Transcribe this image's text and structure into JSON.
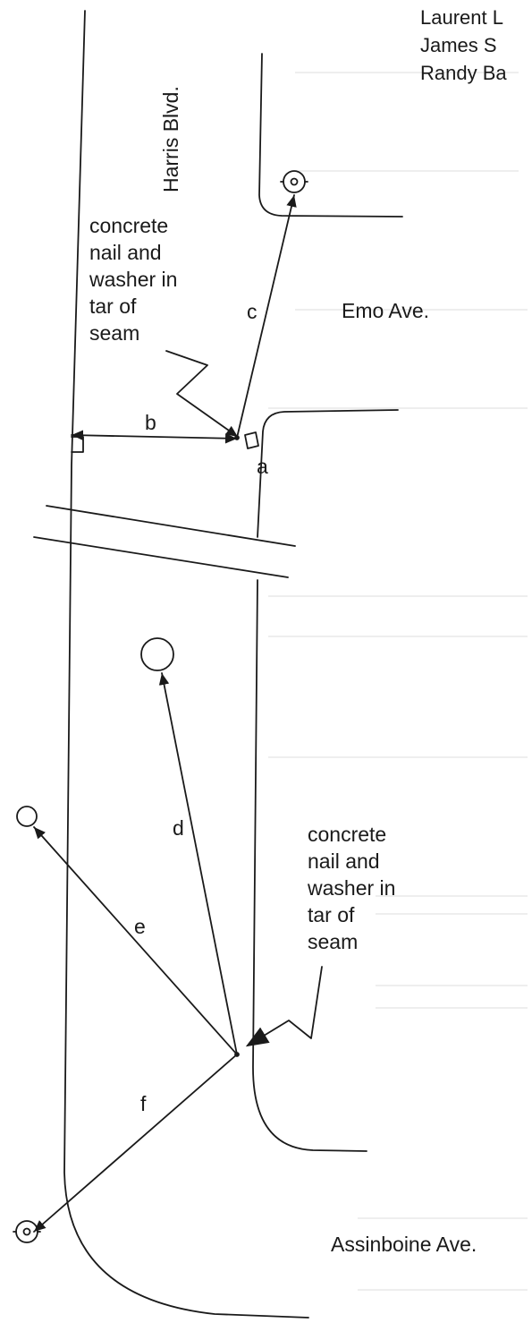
{
  "header_names": [
    "Laurent L",
    "James S",
    "Randy Ba"
  ],
  "streets": {
    "harris": "Harris Blvd.",
    "emo": "Emo Ave.",
    "assiniboine": "Assinboine Ave."
  },
  "notes": {
    "upper": [
      "concrete",
      "nail and",
      "washer in",
      "tar of",
      "seam"
    ],
    "lower": [
      "concrete",
      "nail and",
      "washer in",
      "tar of",
      "seam"
    ]
  },
  "tie_labels": {
    "a": "a",
    "b": "b",
    "c": "c",
    "d": "d",
    "e": "e",
    "f": "f"
  },
  "icons": {
    "upper_monument": "survey-monument-icon",
    "lower_monument": "survey-monument-icon",
    "manhole": "manhole-icon",
    "small_marker": "marker-icon"
  },
  "colors": {
    "ink": "#1a1a1a",
    "paper": "#ffffff"
  }
}
